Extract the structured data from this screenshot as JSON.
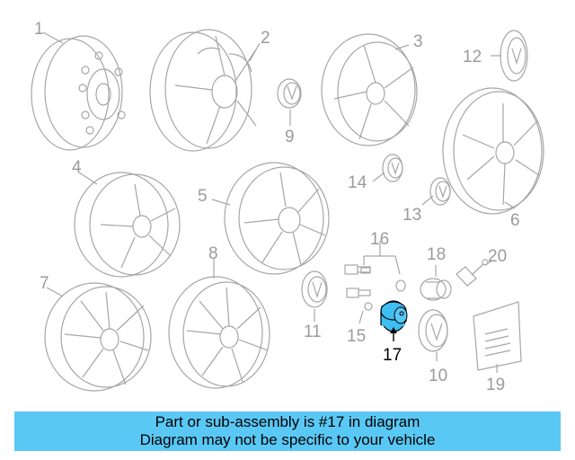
{
  "diagram": {
    "callouts": {
      "c1": "1",
      "c2": "2",
      "c3": "3",
      "c4": "4",
      "c5": "5",
      "c6": "6",
      "c7": "7",
      "c8": "8",
      "c9": "9",
      "c10": "10",
      "c11": "11",
      "c12": "12",
      "c13": "13",
      "c14": "14",
      "c15": "15",
      "c16": "16",
      "c17": "17",
      "c18": "18",
      "c19": "19",
      "c20": "20"
    },
    "highlighted_part": "17",
    "colors": {
      "line": "#a6a6a6",
      "highlight": "#3fbef2",
      "text_muted": "#9b9b9b"
    }
  },
  "banner": {
    "line1": "Part or sub-assembly is #17 in diagram",
    "line2": "Diagram may not be specific to your vehicle",
    "background": "#5ac8f5"
  }
}
